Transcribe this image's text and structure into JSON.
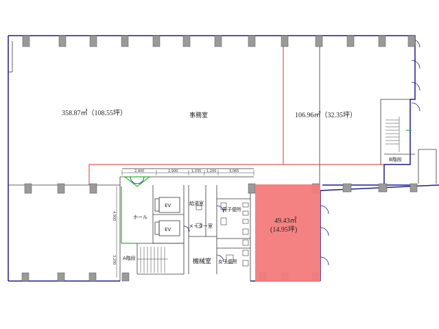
{
  "areas": {
    "main_office": "358.87㎡（108.55坪）",
    "east_office": "106.96㎡（32.35坪）",
    "highlight_sqm": "49.43㎡",
    "highlight_tsubo": "(14.95坪)"
  },
  "rooms": {
    "office": "事務室",
    "hall": "ホール",
    "ev1": "EV",
    "ev2": "EV",
    "kyuto": "給湯室",
    "meter": "メーター室",
    "mens_toilet": "男子便所",
    "womens_toilet": "女子便所",
    "machine": "機械室",
    "stair_a": "A階段",
    "stair_b": "B階段"
  },
  "dimensions": {
    "d1": "2,900",
    "d2": "2,900",
    "d3": "1,335",
    "d4": "1,200",
    "d5": "3,065",
    "v1": "4,900",
    "v2": "3,200"
  },
  "colors": {
    "wall": "#1a1a8c",
    "red_line": "#e03030",
    "highlight": "#f47b7b",
    "column": "#9a9a9a",
    "green": "#22bb22"
  }
}
